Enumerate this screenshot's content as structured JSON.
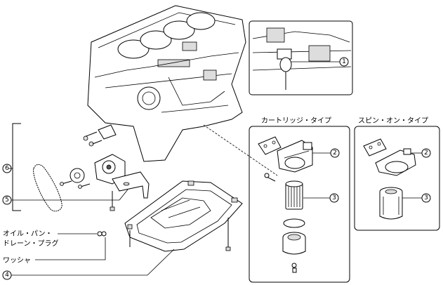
{
  "labels": {
    "cartridge_type": "カートリッジ・タイプ",
    "spin_on_type": "スピン・オン・タイプ",
    "drain_plug_line1": "オイル・パン・",
    "drain_plug_line2": "ドレーン・プラグ",
    "washer": "ワッシャ"
  },
  "callouts": {
    "c1": "1",
    "c2_cartridge": "2",
    "c3_cartridge": "3",
    "c2_spin": "2",
    "c3_spin": "3",
    "c4": "4",
    "c5": "5",
    "c6": "6"
  }
}
